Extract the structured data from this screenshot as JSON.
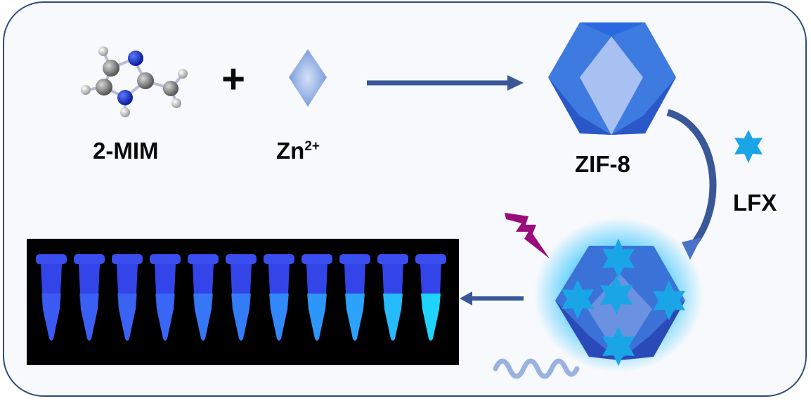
{
  "labels": {
    "mim": "2-MIM",
    "zn_base": "Zn",
    "zn_charge": "2+",
    "plus": "+",
    "zif": "ZIF-8",
    "lfx": "LFX"
  },
  "colors": {
    "frame": "#2f4a7a",
    "arrow": "#3a5898",
    "zif_dark": "#2a58c8",
    "zif_mid": "#3e7be0",
    "zif_light": "#a9c1f2",
    "lfx_star": "#1aa6e6",
    "lightning": "#9a0c7c",
    "glow": "#44c8ff"
  },
  "photo": {
    "tube_count": 11,
    "fluorescence_levels": [
      0.05,
      0.1,
      0.15,
      0.2,
      0.35,
      0.4,
      0.5,
      0.6,
      0.7,
      0.85,
      1.0
    ]
  }
}
